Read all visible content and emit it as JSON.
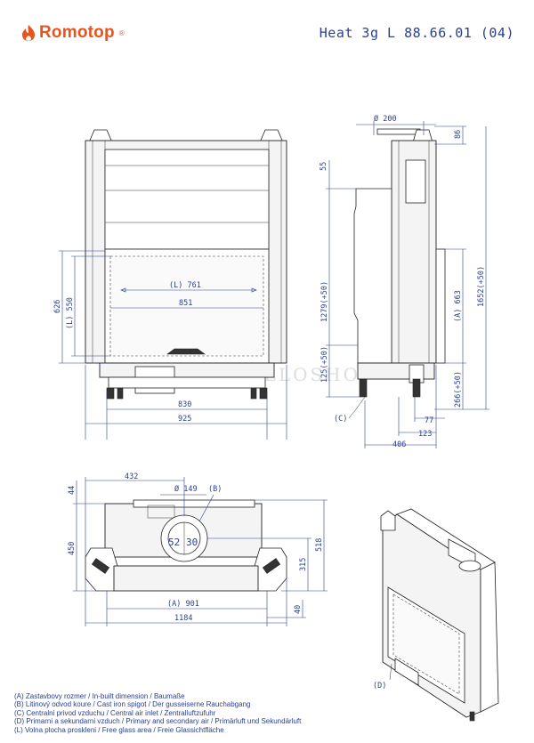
{
  "header": {
    "brand": "Romotop",
    "brand_reg": "®",
    "model": "Heat 3g L 88.66.01 (04)"
  },
  "watermark": "KANDALLOSHOP",
  "dimensions": {
    "d200": "Ø 200",
    "d149": "Ø 149",
    "v86": "86",
    "v55": "55",
    "v1652": "1652(+50)",
    "vA663": "(A) 663",
    "v1279": "1279(+50)",
    "v125": "125(+50)",
    "v266": "266(+50)",
    "v77": "77",
    "v123": "123",
    "v406": "406",
    "v626": "626",
    "vL550": "(L) 550",
    "hL761": "(L) 761",
    "h851": "851",
    "h830": "830",
    "h925": "925",
    "h432": "432",
    "v44": "44",
    "v450": "450",
    "v518": "518",
    "v315": "315",
    "v40": "40",
    "hA901": "(A) 901",
    "h1184": "1184",
    "c52": "52",
    "c30": "30"
  },
  "labels": {
    "C": "(C)",
    "B": "(B)",
    "D": "(D)"
  },
  "legend": [
    "(A)  Zastavbovy rozmer / In-built dimension / Baumaße",
    "(B)  Litinový odvod koure / Cast iron spigot / Der gusseiserne Rauchabgang",
    "(C)  Centralni privod vzduchu / Central air inlet / Zentralluftzufuhr",
    "(D)  Primarni a sekundarni vzduch / Primary and secondary air / Primärluft und Sekundärluft",
    "(L)  Volna plocha proskleni / Free glass area / Freie Glassichtfläche"
  ],
  "colors": {
    "brand": "#e8541e",
    "dimension_text": "#2a3f8f",
    "line": "#222222"
  }
}
